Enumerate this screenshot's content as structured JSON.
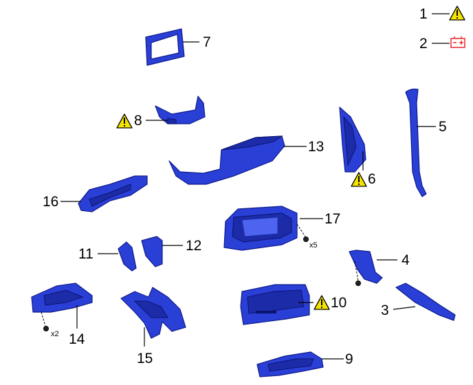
{
  "legend": [
    {
      "number": "1",
      "icon": "warning-icon"
    },
    {
      "number": "2",
      "icon": "battery-icon",
      "color": "#e8272b"
    }
  ],
  "callouts": [
    "3",
    "4",
    "5",
    "6",
    "7",
    "8",
    "9",
    "10",
    "11",
    "12",
    "13",
    "14",
    "15",
    "16",
    "17"
  ],
  "quantities": {
    "part_17": "x5",
    "part_14": "x2"
  },
  "colors": {
    "part_fill": "#2a3fd6",
    "part_outline": "#0d1a8a",
    "warning_fill": "#f5e400",
    "battery_icon": "#e8272b",
    "text": "#000000"
  }
}
